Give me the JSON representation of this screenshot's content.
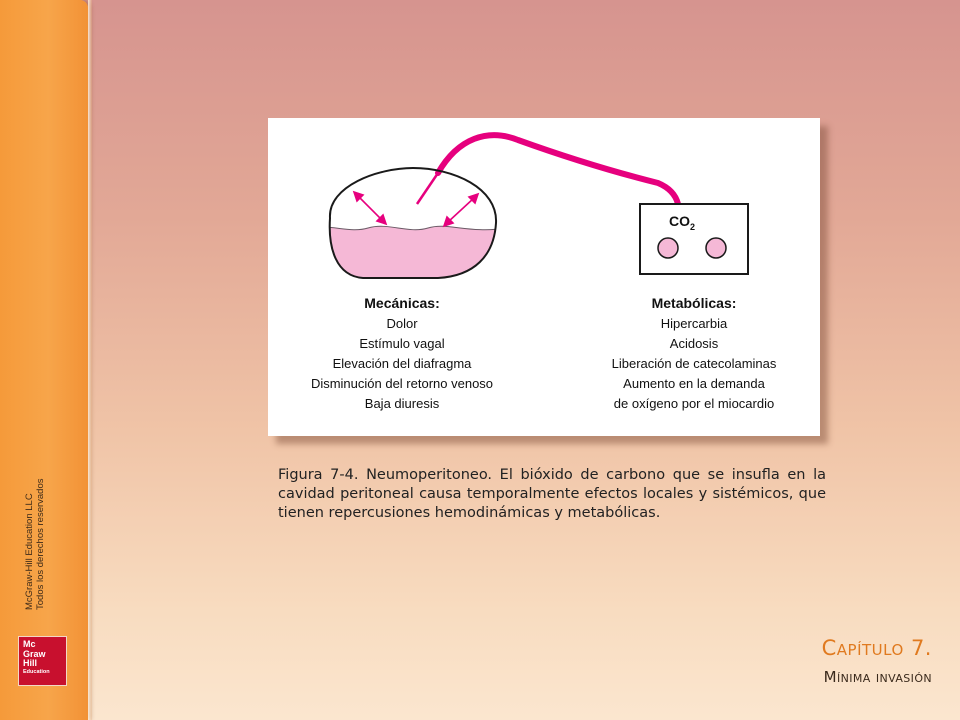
{
  "slide": {
    "publisher_credit": [
      "McGraw-Hill Education LLC",
      "Todos los derechos reservados"
    ],
    "logo_text": [
      "Mc",
      "Graw",
      "Hill",
      "Education"
    ],
    "chapter_title": "Capítulo 7.",
    "chapter_subtitle": "Mínima invasión",
    "caption": "Figura 7-4. Neumoperitoneo. El bióxido de carbono que se insufla en la cavidad peritoneal causa temporalmente efectos locales y sistémicos, que tienen repercusiones hemodinámicas y metabólicas."
  },
  "diagram": {
    "gas_label": "CO",
    "gas_subscript": "2",
    "mechanical": {
      "heading": "Mecánicas:",
      "items": [
        "Dolor",
        "Estímulo vagal",
        "Elevación del diafragma",
        "Disminución del retorno venoso",
        "Baja diuresis"
      ]
    },
    "metabolic": {
      "heading": "Metabólicas:",
      "items": [
        "Hipercarbia",
        "Acidosis",
        "Liberación de catecolaminas",
        "Aumento en la demanda",
        "de oxígeno por el miocardio"
      ]
    },
    "colors": {
      "accent": "#e6007e",
      "fluid": "#f5b8d6",
      "outline": "#1a1a1a",
      "orange": "#f59a3a"
    }
  }
}
